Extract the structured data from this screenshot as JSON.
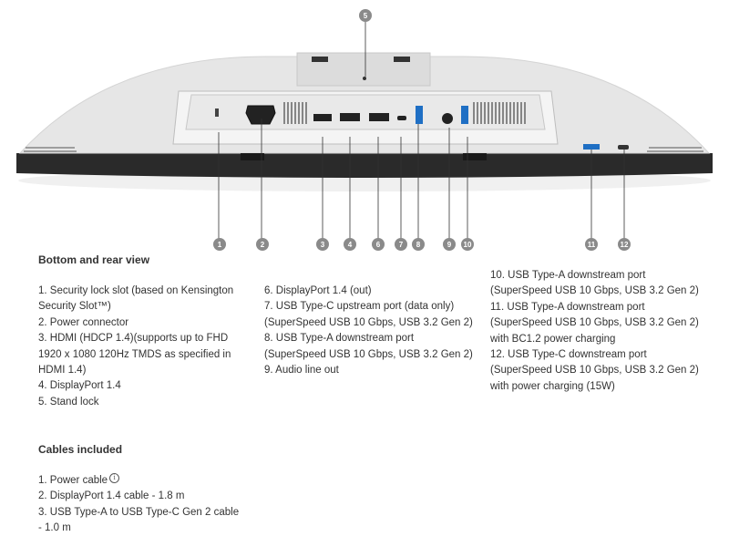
{
  "callouts": [
    "1",
    "2",
    "3",
    "4",
    "5",
    "6",
    "7",
    "8",
    "9",
    "10",
    "11",
    "12"
  ],
  "section_bottom_rear": {
    "title": "Bottom and rear view",
    "col1": [
      "1. Security lock slot (based on Kensington Security Slot™)",
      "2. Power connector",
      "3. HDMI (HDCP 1.4)(supports up to FHD 1920 x 1080 120Hz TMDS as specified in HDMI 1.4)",
      "4. DisplayPort 1.4",
      "5. Stand lock"
    ],
    "col2": [
      "6. DisplayPort 1.4 (out)",
      "7. USB Type-C upstream port (data only) (SuperSpeed USB 10 Gbps, USB 3.2 Gen 2)",
      "8. USB Type-A downstream port (SuperSpeed USB 10 Gbps, USB 3.2 Gen 2)",
      "9. Audio line out"
    ],
    "col3": [
      "10. USB Type-A downstream port (SuperSpeed USB 10 Gbps, USB 3.2 Gen 2)",
      "11. USB Type-A downstream port (SuperSpeed USB 10 Gbps, USB 3.2 Gen 2) with BC1.2 power charging",
      "12. USB Type-C downstream port (SuperSpeed USB 10 Gbps, USB 3.2 Gen 2) with power charging (15W)"
    ]
  },
  "section_cables": {
    "title": "Cables included",
    "items": [
      "1. Power cable",
      "2. DisplayPort 1.4 cable - 1.8 m",
      "3. USB Type-A to USB Type-C Gen 2 cable - 1.0 m"
    ]
  },
  "colors": {
    "callout": "#8a8a8a",
    "body_silver": "#e4e4e4",
    "dark_bezel": "#2a2a2a",
    "usb_blue": "#1f6fc4"
  }
}
